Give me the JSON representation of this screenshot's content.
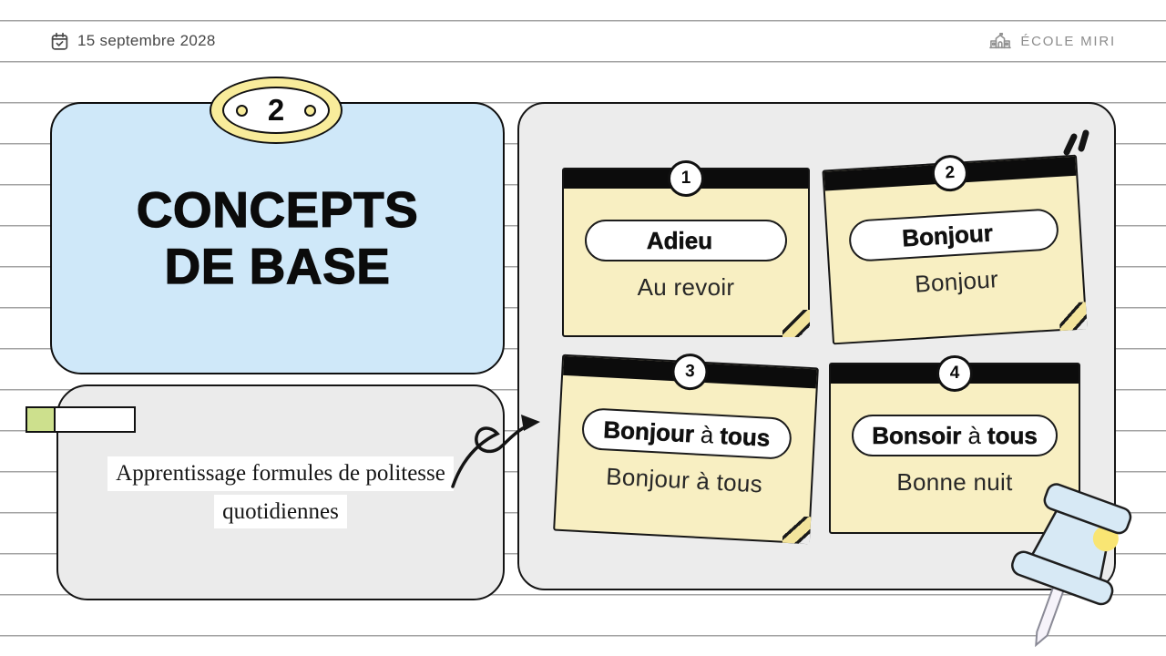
{
  "header": {
    "date": "15 septembre 2028",
    "school_name": "ÉCOLE MIRI"
  },
  "lesson": {
    "number": "2",
    "title_line1": "CONCEPTS",
    "title_line2": "DE BASE"
  },
  "description": {
    "line1": "Apprentissage formules de politesse",
    "line2": "quotidiennes"
  },
  "notes": [
    {
      "number": "1",
      "pill_lead": "Adieu",
      "pill_mid": "",
      "pill_tail": "",
      "translation": "Au revoir"
    },
    {
      "number": "2",
      "pill_lead": "Bonjour",
      "pill_mid": "",
      "pill_tail": "",
      "translation": "Bonjour"
    },
    {
      "number": "3",
      "pill_lead": "Bonjour",
      "pill_mid": "à",
      "pill_tail": "tous",
      "translation": "Bonjour à tous"
    },
    {
      "number": "4",
      "pill_lead": "Bonsoir",
      "pill_mid": "à",
      "pill_tail": "tous",
      "translation": "Bonne nuit"
    }
  ],
  "icons": {
    "calendar": "calendar-check-icon",
    "school": "school-building-icon",
    "sparkle": "sparkle-doodle-icon",
    "arrow": "curved-loop-arrow",
    "pushpin": "pushpin-illustration"
  },
  "colors": {
    "card_blue": "#cfe8f9",
    "note_yellow": "#f8efc2",
    "badge_yellow": "#f8ec9b",
    "tag_green": "#cde08d",
    "panel_gray": "#ececec",
    "line_gray": "#a5a5a5",
    "bar_black": "#0c0c0c"
  }
}
